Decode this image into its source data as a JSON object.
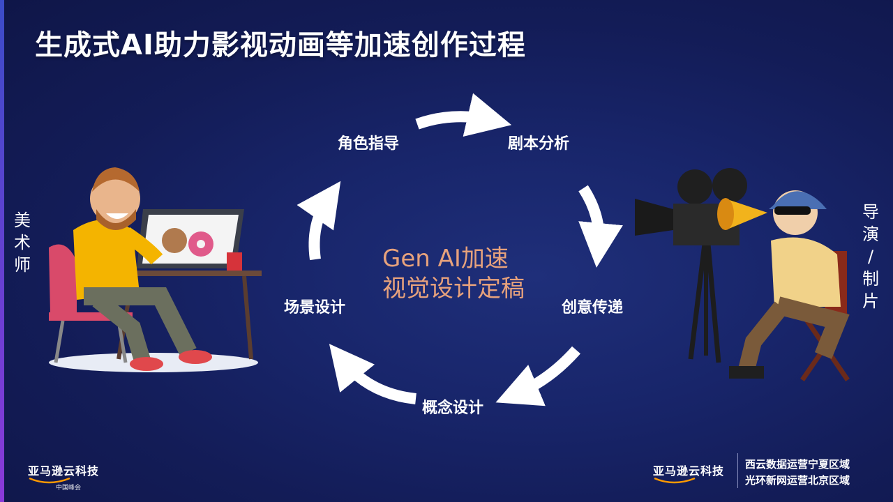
{
  "title": "生成式AI助力影视动画等加速创作过程",
  "left_role": [
    "美",
    "术",
    "师"
  ],
  "right_role": [
    "导",
    "演",
    "/",
    "制",
    "片"
  ],
  "cycle": {
    "stages": {
      "role_guidance": "角色指导",
      "script_analysis": "剧本分析",
      "creative_delivery": "创意传递",
      "concept_design": "概念设计",
      "scene_design": "场景设计"
    },
    "center_line1": "Gen AI加速",
    "center_line2": "视觉设计定稿"
  },
  "logos": {
    "left_main": "亚马逊云科技",
    "left_sub": "中国峰会",
    "right_main": "亚马逊云科技"
  },
  "region_info": {
    "line1": "西云数据运营宁夏区域",
    "line2": "光环新网运营北京区域"
  },
  "colors": {
    "background": "#16226a",
    "center_text": "#e7a27c",
    "accent_left_edge": "#6a3fd2"
  }
}
